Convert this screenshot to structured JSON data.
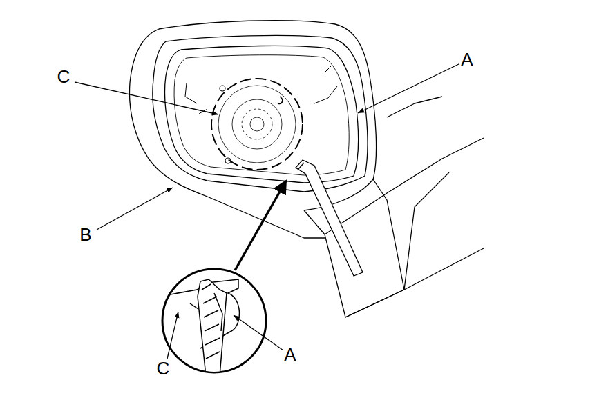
{
  "diagram": {
    "labels": [
      "A",
      "C",
      "B",
      "C",
      "A"
    ]
  }
}
